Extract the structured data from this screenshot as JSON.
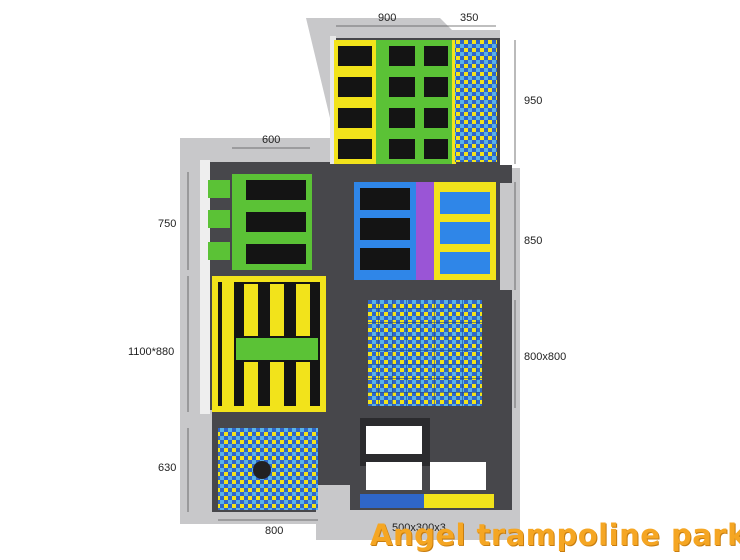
{
  "dimensions": {
    "top_width": "900",
    "top_pit": "350",
    "right_top": "950",
    "left_mid_width": "600",
    "left_mid_height": "750",
    "right_mid": "850",
    "left_lower": "1100*880",
    "right_lower": "800x800",
    "left_bottom": "630",
    "bottom_left": "800",
    "bottom_lanes": "500x300x3"
  },
  "brand_text": "Angel trampoline park",
  "colors": {
    "floor": "#4a4a4e",
    "wall": "#b9b9bb",
    "yellow": "#f2e31b",
    "green": "#5bc236",
    "blue": "#2f86e8",
    "purple": "#9a55d6",
    "mat": "#141414",
    "brand": "#f5a623"
  }
}
